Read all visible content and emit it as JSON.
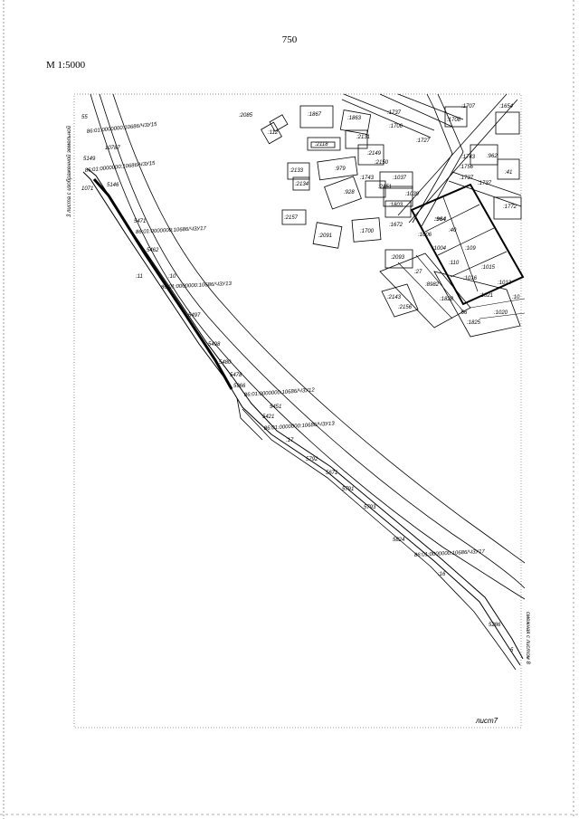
{
  "page": {
    "number": "750",
    "scale": "М 1:5000"
  },
  "frame": {
    "sheet_label": "лист7"
  },
  "edge_notes": {
    "left": "3 листа с изображенной земельной",
    "right": "смежная с листом 8"
  },
  "corridor_labels": {
    "a": "86:01:0000000:10686/ЧЗУ15",
    "b": "86:01:0000000:10686/ЧЗУ15",
    "c": "86:01:0000000:10686/ЧЗУ17",
    "d": "86:01:0000000:10686/ЧЗУ13",
    "e": "86:01:0000000:10686/ЧЗУ12",
    "f": "86:01:0000000:10686/ЧЗУ13",
    "g": "86:01:0000000:10686/ЧЗУ17"
  },
  "parcel_labels": [
    {
      "id": "p1",
      "text": ":2085"
    },
    {
      "id": "p2",
      "text": ":1867"
    },
    {
      "id": "p3",
      "text": ":1863"
    },
    {
      "id": "p4",
      "text": ":112"
    },
    {
      "id": "p5",
      "text": ":2118"
    },
    {
      "id": "p6",
      "text": ":2131"
    },
    {
      "id": "p7",
      "text": ":2149"
    },
    {
      "id": "p8",
      "text": ":2150"
    },
    {
      "id": "p9",
      "text": ":979"
    },
    {
      "id": "p10",
      "text": ":2133"
    },
    {
      "id": "p11",
      "text": ":2134"
    },
    {
      "id": "p12",
      "text": ":928"
    },
    {
      "id": "p13",
      "text": ":1743"
    },
    {
      "id": "p14",
      "text": ":1037"
    },
    {
      "id": "p15",
      "text": ":2151"
    },
    {
      "id": "p16",
      "text": ":1039"
    },
    {
      "id": "p17",
      "text": ":1803"
    },
    {
      "id": "p18",
      "text": ":2157"
    },
    {
      "id": "p19",
      "text": ":2091"
    },
    {
      "id": "p20",
      "text": ":1700"
    },
    {
      "id": "p21",
      "text": ":1672"
    },
    {
      "id": "p22",
      "text": ":964"
    },
    {
      "id": "p23",
      "text": ":40"
    },
    {
      "id": "p24",
      "text": ":1006"
    },
    {
      "id": "p25",
      "text": ":1004"
    },
    {
      "id": "p26",
      "text": ":109"
    },
    {
      "id": "p27",
      "text": ":110"
    },
    {
      "id": "p28",
      "text": ":1015"
    },
    {
      "id": "p29",
      "text": ":2093"
    },
    {
      "id": "p30",
      "text": ":27"
    },
    {
      "id": "p31",
      "text": ":1016"
    },
    {
      "id": "p32",
      "text": ":1013"
    },
    {
      "id": "p33",
      "text": ":8982"
    },
    {
      "id": "p34",
      "text": ":2143"
    },
    {
      "id": "p35",
      "text": ":1828"
    },
    {
      "id": "p36",
      "text": ":1021"
    },
    {
      "id": "p37",
      "text": ":10"
    },
    {
      "id": "p38",
      "text": ":2156"
    },
    {
      "id": "p39",
      "text": ":66"
    },
    {
      "id": "p40",
      "text": ":1020"
    },
    {
      "id": "p41",
      "text": ":1825"
    },
    {
      "id": "p42",
      "text": ":1737"
    },
    {
      "id": "p43",
      "text": ":1706"
    },
    {
      "id": "p44",
      "text": ":1707"
    },
    {
      "id": "p45",
      "text": ":1708"
    },
    {
      "id": "p46",
      "text": ":1654"
    },
    {
      "id": "p47",
      "text": ":1727"
    },
    {
      "id": "p48",
      "text": ":1743"
    },
    {
      "id": "p49",
      "text": ":962"
    },
    {
      "id": "p50",
      "text": ":1756"
    },
    {
      "id": "p51",
      "text": ":41"
    },
    {
      "id": "p52",
      "text": ":1737"
    },
    {
      "id": "p53",
      "text": ":1772"
    },
    {
      "id": "p54",
      "text": ":1737"
    }
  ],
  "corridor_points": [
    {
      "id": "c1",
      "text": "55"
    },
    {
      "id": "c2",
      "text": "5149"
    },
    {
      "id": "c3",
      "text": "1071"
    },
    {
      "id": "c4",
      "text": "5146"
    },
    {
      "id": "c5",
      "text": "10787"
    },
    {
      "id": "c6",
      "text": "5462"
    },
    {
      "id": "c7",
      "text": "5471"
    },
    {
      "id": "c8",
      "text": ":10"
    },
    {
      "id": "c9",
      "text": ":11"
    },
    {
      "id": "c10",
      "text": "5497"
    },
    {
      "id": "c11",
      "text": "5498"
    },
    {
      "id": "c12",
      "text": "5480"
    },
    {
      "id": "c13",
      "text": "5478"
    },
    {
      "id": "c14",
      "text": "5966"
    },
    {
      "id": "c15",
      "text": "5451"
    },
    {
      "id": "c16",
      "text": "5421"
    },
    {
      "id": "c17",
      "text": ":17"
    },
    {
      "id": "c18",
      "text": "5792"
    },
    {
      "id": "c19",
      "text": "5671"
    },
    {
      "id": "c20",
      "text": "5791"
    },
    {
      "id": "c21",
      "text": "5793"
    },
    {
      "id": "c22",
      "text": "5824"
    },
    {
      "id": "c23",
      "text": "5286"
    },
    {
      "id": "c24",
      "text": ":16"
    },
    {
      "id": "c25",
      "text": "5"
    }
  ]
}
